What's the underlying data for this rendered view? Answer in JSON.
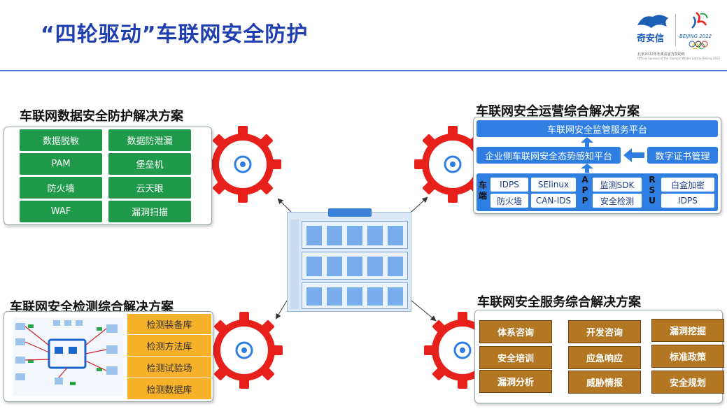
{
  "header": {
    "title": "“四轮驱动”车联网安全防护",
    "logo_brand": "奇安信",
    "logo_event": "BEIJING 2022",
    "logo_caption_cn": "北京2022年冬奥会官方赞助商",
    "logo_caption_en": "Official Sponsor of the Olympic Winter Games Beijing 2022"
  },
  "data_security": {
    "title": "车联网数据安全防护解决方案",
    "items": [
      "数据脱敏",
      "数据防泄漏",
      "PAM",
      "堡垒机",
      "防火墙",
      "云天眼",
      "WAF",
      "漏洞扫描"
    ]
  },
  "operations": {
    "title": "车联网安全运营综合解决方案",
    "platform": "车联网安全监管服务平台",
    "situation": "企业侧车联网安全态势感知平台",
    "cert": "数字证书管理",
    "car_label": "车端",
    "app_label": "APP",
    "rsu_label": "RSU",
    "car_items": [
      "IDPS",
      "SElinux",
      "防火墙",
      "CAN-IDS"
    ],
    "app_items": [
      "监测SDK",
      "安全检测"
    ],
    "rsu_items": [
      "白盒加密",
      "IDPS"
    ]
  },
  "detection": {
    "title": "车联网安全检测综合解决方案",
    "items": [
      "检测装备库",
      "检测方法库",
      "检测试验场",
      "检测数据库"
    ]
  },
  "services": {
    "title": "车联网安全服务综合解决方案",
    "items": [
      "体系咨询",
      "开发咨询",
      "漏洞挖掘",
      "安全培训",
      "应急响应",
      "标准政策",
      "漏洞分析",
      "威胁情报",
      "安全规划"
    ]
  },
  "colors": {
    "title_blue": "#1f3fb0",
    "green": "#1e9a4a",
    "blue": "#2f7fe3",
    "orange": "#f7b12b",
    "brown": "#b37622",
    "gear_red": "#e8201c"
  }
}
